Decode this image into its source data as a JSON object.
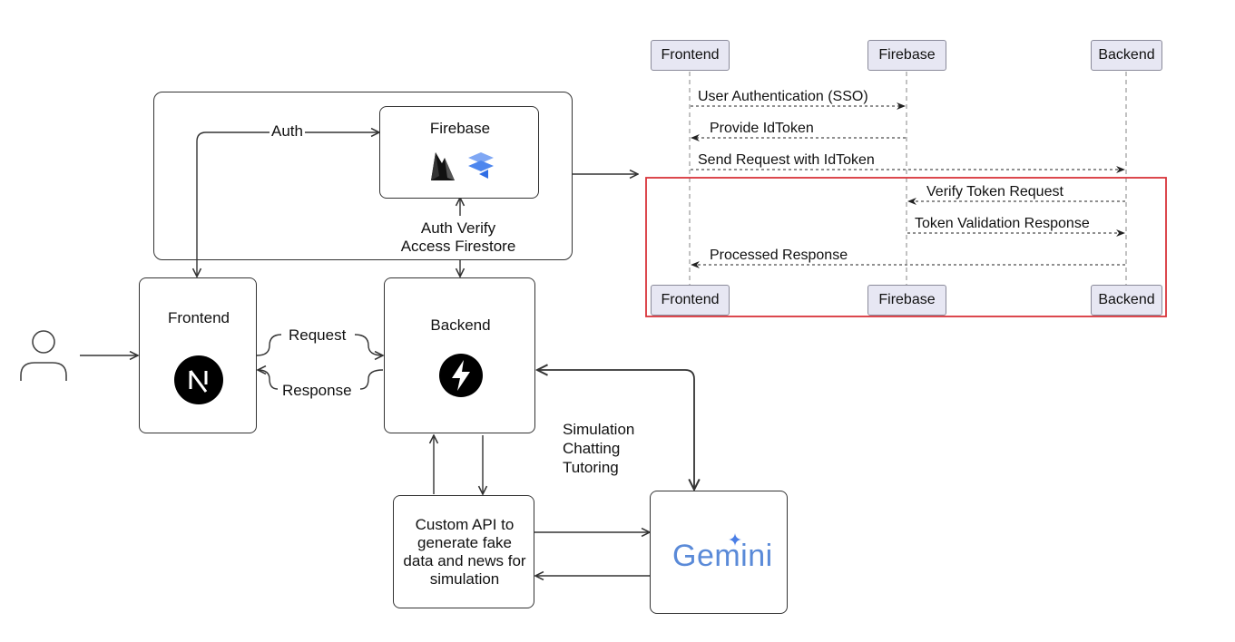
{
  "architecture": {
    "firebase": {
      "title": "Firebase",
      "icons": [
        "firebase-flame-icon",
        "firestore-icon"
      ]
    },
    "frontend": {
      "title": "Frontend",
      "icon": "nextjs-icon"
    },
    "backend": {
      "title": "Backend",
      "icon": "bolt-icon"
    },
    "custom_api": {
      "lines": [
        "Custom API to",
        "generate fake",
        "data and news for",
        "simulation"
      ]
    },
    "gemini": {
      "title": "Gemini",
      "icon": "gemini-sparkle-icon"
    },
    "user": {
      "icon": "user-icon"
    },
    "edges": {
      "auth": "Auth",
      "auth_verify_1": "Auth Verify",
      "auth_verify_2": "Access Firestore",
      "request": "Request",
      "response": "Response",
      "gemini_uses_1": "Simulation",
      "gemini_uses_2": "Chatting",
      "gemini_uses_3": "Tutoring"
    }
  },
  "sequence": {
    "participants": [
      "Frontend",
      "Firebase",
      "Backend"
    ],
    "messages": [
      "User Authentication (SSO)",
      "Provide IdToken",
      "Send Request with IdToken",
      "Verify Token Request",
      "Token Validation Response",
      "Processed Response"
    ],
    "highlight_color": "#d9343a"
  }
}
